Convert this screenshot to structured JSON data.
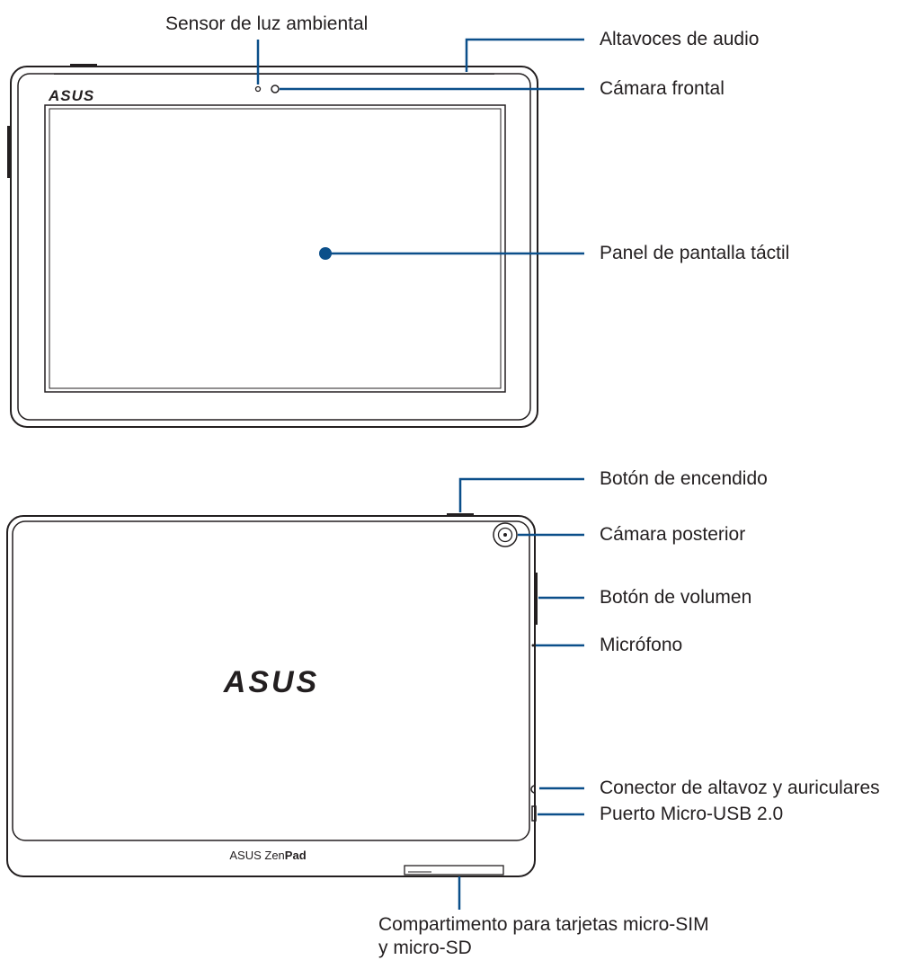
{
  "colors": {
    "callout_line": "#0b4f8a",
    "outline": "#231f20",
    "background": "#ffffff"
  },
  "front_view": {
    "brand_logo": "ASUS",
    "labels": {
      "light_sensor": "Sensor de luz ambiental",
      "audio_speakers": "Altavoces de audio",
      "front_camera": "Cámara frontal",
      "touch_panel": "Panel de pantalla táctil"
    }
  },
  "rear_view": {
    "brand_logo": "ASUS",
    "model_logo_brand": "ASUS",
    "model_logo_zen": "Zen",
    "model_logo_pad": "Pad",
    "labels": {
      "power_button": "Botón de encendido",
      "rear_camera": "Cámara posterior",
      "volume_button": "Botón de volumen",
      "microphone": "Micrófono",
      "audio_jack": "Conector de altavoz y auriculares",
      "micro_usb": "Puerto Micro-USB 2.0",
      "card_slot": "Compartimento para tarjetas micro-SIM y micro-SD"
    }
  }
}
